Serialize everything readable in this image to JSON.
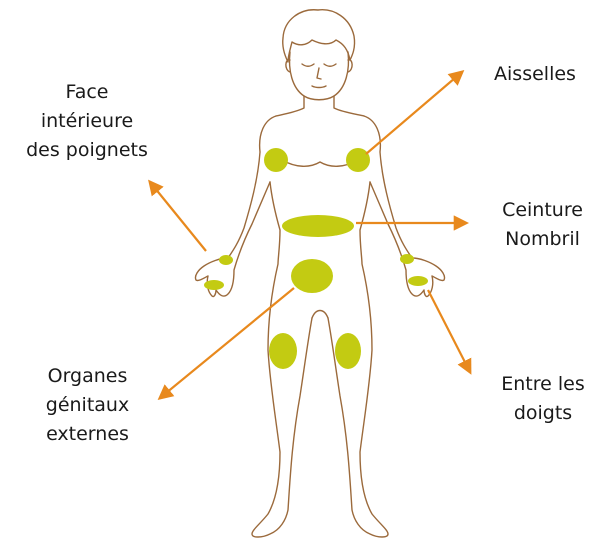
{
  "colors": {
    "skin_outline": "#9b6a3c",
    "highlight": "#c3cb12",
    "arrow": "#e8891d",
    "text": "#1a1a1a"
  },
  "labels": {
    "poignets": [
      "Face",
      "intérieure",
      "des poignets"
    ],
    "aisselles": [
      "Aisselles"
    ],
    "ceinture": [
      "Ceinture",
      "Nombril"
    ],
    "organes": [
      "Organes",
      "génitaux",
      "externes"
    ],
    "doigts": [
      "Entre les",
      "doigts"
    ]
  }
}
